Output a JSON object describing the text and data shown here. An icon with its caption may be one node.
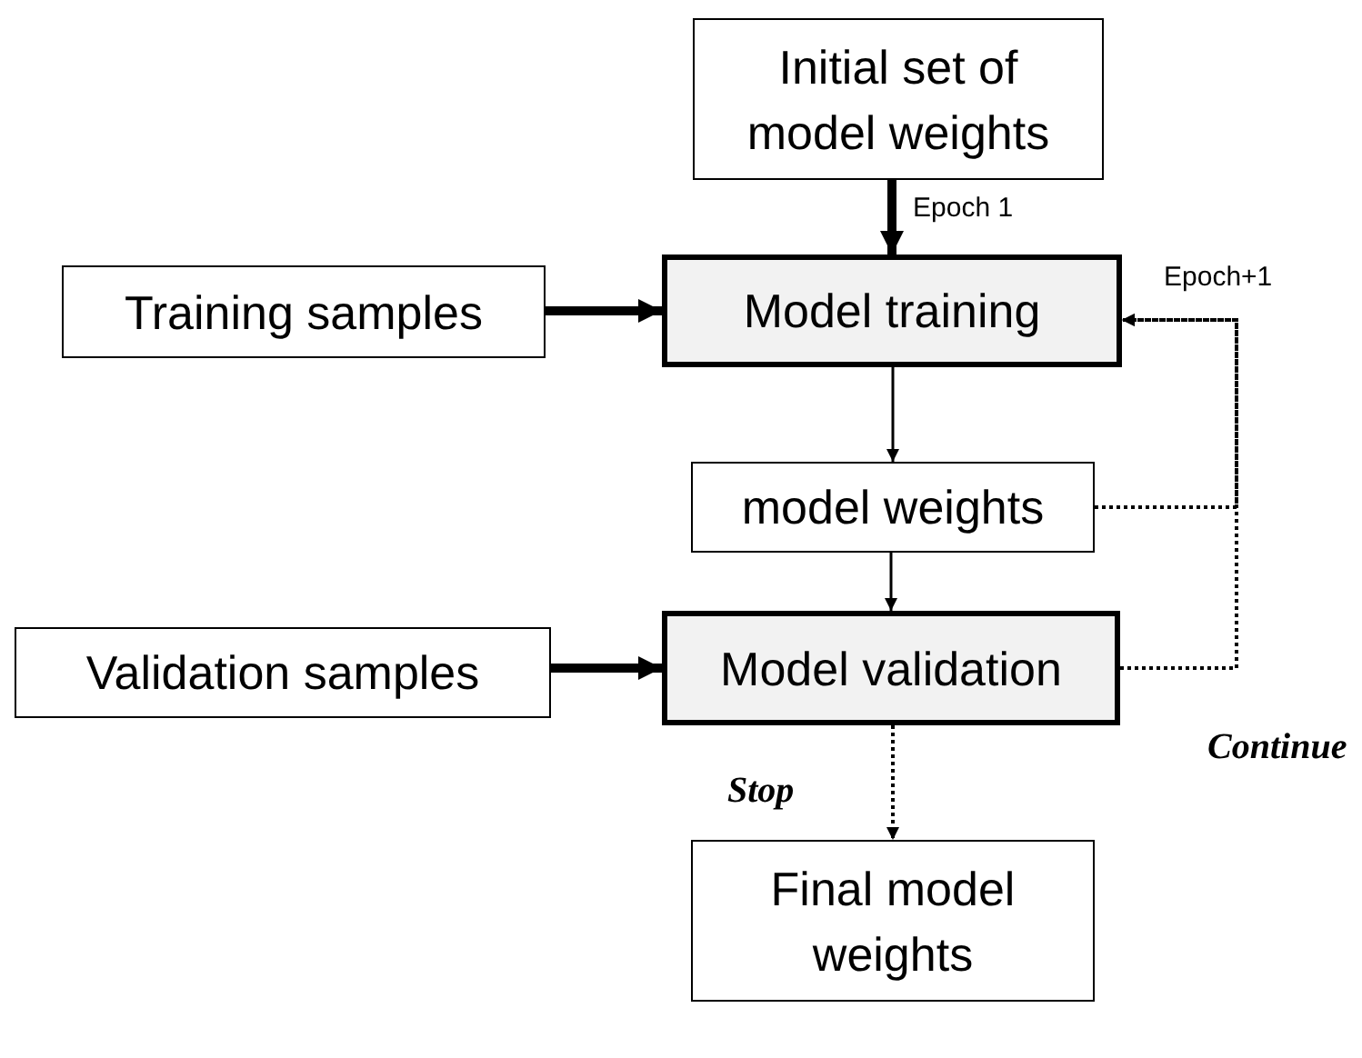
{
  "diagram": {
    "nodes": [
      {
        "text": [
          "Initial set of model weights"
        ]
      },
      {
        "text": [
          "Training samples"
        ]
      },
      {
        "text": [
          "Model training"
        ]
      },
      {
        "text": [
          "model weights"
        ]
      },
      {
        "text": [
          "Validation samples"
        ]
      },
      {
        "text": [
          "Model validation"
        ]
      },
      {
        "text": [
          "Final model weights"
        ]
      }
    ],
    "edges": [
      {
        "from": 0,
        "to": 2,
        "arrow": "to",
        "label": "Epoch 1",
        "style": "thick"
      },
      {
        "from": 1,
        "to": 2,
        "arrow": "to",
        "style": "thick"
      },
      {
        "from": 2,
        "to": 3,
        "arrow": "to"
      },
      {
        "from": 3,
        "to": 5,
        "arrow": "to"
      },
      {
        "from": 4,
        "to": 5,
        "arrow": "to",
        "style": "thick"
      },
      {
        "from": 5,
        "to": 6,
        "arrow": "to",
        "label": "Stop",
        "style": "dashed"
      },
      {
        "from": 3,
        "to": 2,
        "arrow": "to",
        "label": "Epoch+1",
        "style": "dashed"
      },
      {
        "from": 5,
        "to": 2,
        "arrow": "to",
        "label": "Continue",
        "style": "dashed"
      }
    ]
  }
}
